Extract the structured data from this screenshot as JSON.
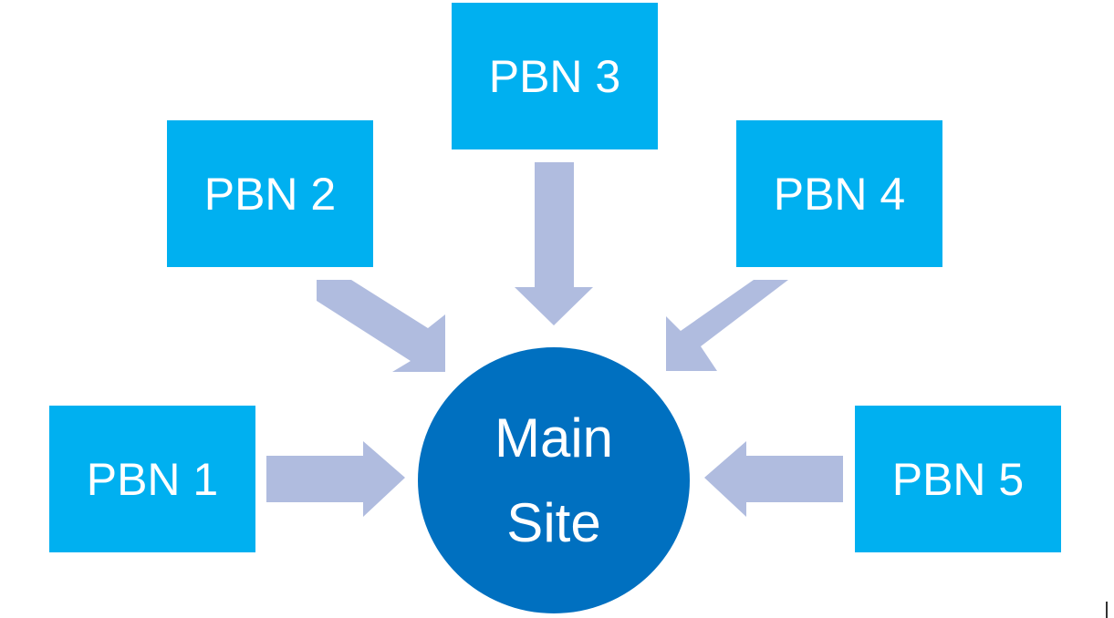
{
  "colors": {
    "box": "#00b0f0",
    "circle": "#0070c0",
    "arrow": "#b0bcdf",
    "text": "#ffffff"
  },
  "nodes": {
    "pbn1": "PBN 1",
    "pbn2": "PBN 2",
    "pbn3": "PBN 3",
    "pbn4": "PBN 4",
    "pbn5": "PBN 5",
    "main_line1": "Main",
    "main_line2": "Site"
  },
  "edges": [
    {
      "from": "PBN 1",
      "to": "Main Site"
    },
    {
      "from": "PBN 2",
      "to": "Main Site"
    },
    {
      "from": "PBN 3",
      "to": "Main Site"
    },
    {
      "from": "PBN 4",
      "to": "Main Site"
    },
    {
      "from": "PBN 5",
      "to": "Main Site"
    }
  ]
}
